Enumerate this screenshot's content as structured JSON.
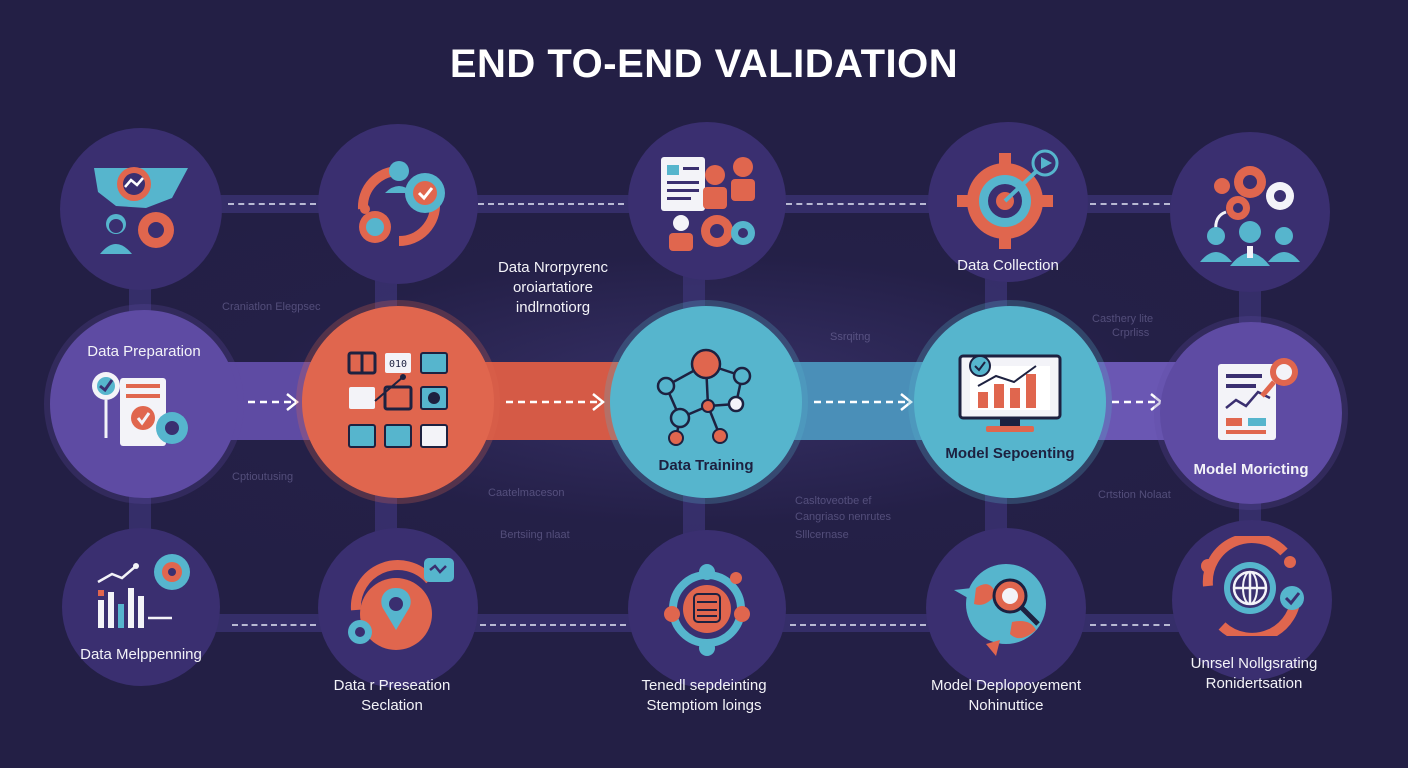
{
  "title": "END TO-END VALIDATION",
  "colors": {
    "background": "#231f45",
    "purple": "#5e4ba3",
    "orange": "#e0664e",
    "teal": "#56b5cd",
    "dark_circle": "#3a2f70"
  },
  "top_row": [
    {
      "icon": "data-analysis-gears-icon"
    },
    {
      "icon": "workflow-cycle-icon"
    },
    {
      "icon": "document-team-icon"
    },
    {
      "icon": "target-gear-icon"
    },
    {
      "icon": "team-gears-icon"
    }
  ],
  "middle_row": [
    {
      "label": "Data Preparation",
      "icon": "checklist-gear-icon"
    },
    {
      "label": "",
      "icon": "code-blocks-icon"
    },
    {
      "label": "Data Training",
      "icon": "network-nodes-icon"
    },
    {
      "label": "Model Sepoenting",
      "icon": "monitor-chart-icon"
    },
    {
      "label": "Model Moricting",
      "icon": "report-search-icon"
    }
  ],
  "bottom_row": [
    {
      "label": "Data Melppenning",
      "icon": "bar-chart-gear-icon"
    },
    {
      "label_lines": [
        "Data r Preseation",
        "Seclation"
      ],
      "icon": "location-chat-icon"
    },
    {
      "label_lines": [
        "Tenedl sepdeinting",
        "Stemptiom loings"
      ],
      "icon": "robot-hub-icon"
    },
    {
      "label_lines": [
        "Model Deplopoyement",
        "Nohinuttice"
      ],
      "icon": "globe-search-icon"
    },
    {
      "label_lines": [
        "Unrsel Nollgsrating",
        "Ronidertsation"
      ],
      "icon": "globe-check-icon"
    }
  ],
  "floating_labels": {
    "center_top": [
      "Data Nrorpyrenc",
      "oroiartatiore",
      "indlrnotiorg"
    ],
    "right_top": "Data Collection"
  },
  "ghost_text": {
    "g1": "Craniatlon Elegpsec",
    "g2": "Cptioutusing",
    "g3": "Caatelmaceson",
    "g4": "Bertsiing nlaat",
    "g5": "Casltoveotbe ef",
    "g6": "Cangriaso nenrutes",
    "g7": "Ssrqitng",
    "g8": "Crtstion Nolaat",
    "g9": "Casthery lite",
    "g10": "Crprliss",
    "g11": "Slllcernase"
  }
}
